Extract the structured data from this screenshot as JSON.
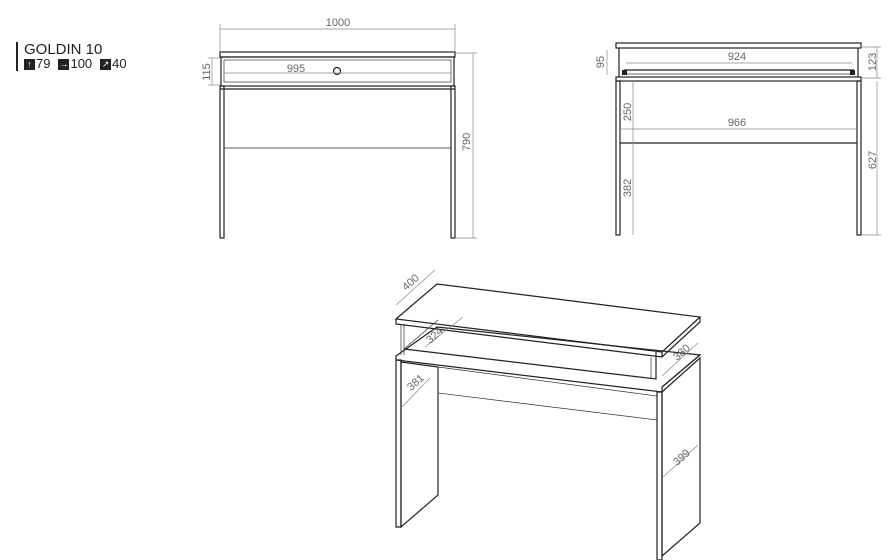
{
  "product": {
    "name": "GOLDIN 10",
    "height": "79",
    "width": "100",
    "depth": "40",
    "icons": [
      "height-arrow-icon",
      "width-arrow-icon",
      "depth-arrow-icon"
    ]
  },
  "front_view": {
    "width": "1000",
    "drawer_width": "995",
    "drawer_height": "115",
    "height": "790"
  },
  "side_view": {
    "drawer_inner_width": "924",
    "drawer_height": "95",
    "top_height": "123",
    "inner_width": "966",
    "upper_gap": "250",
    "lower_gap": "382",
    "leg_height": "627"
  },
  "iso_view": {
    "depth": "400",
    "drawer_depth": "324",
    "leg_depth": "381",
    "drawer_side_depth": "380",
    "right_leg_depth": "399"
  }
}
